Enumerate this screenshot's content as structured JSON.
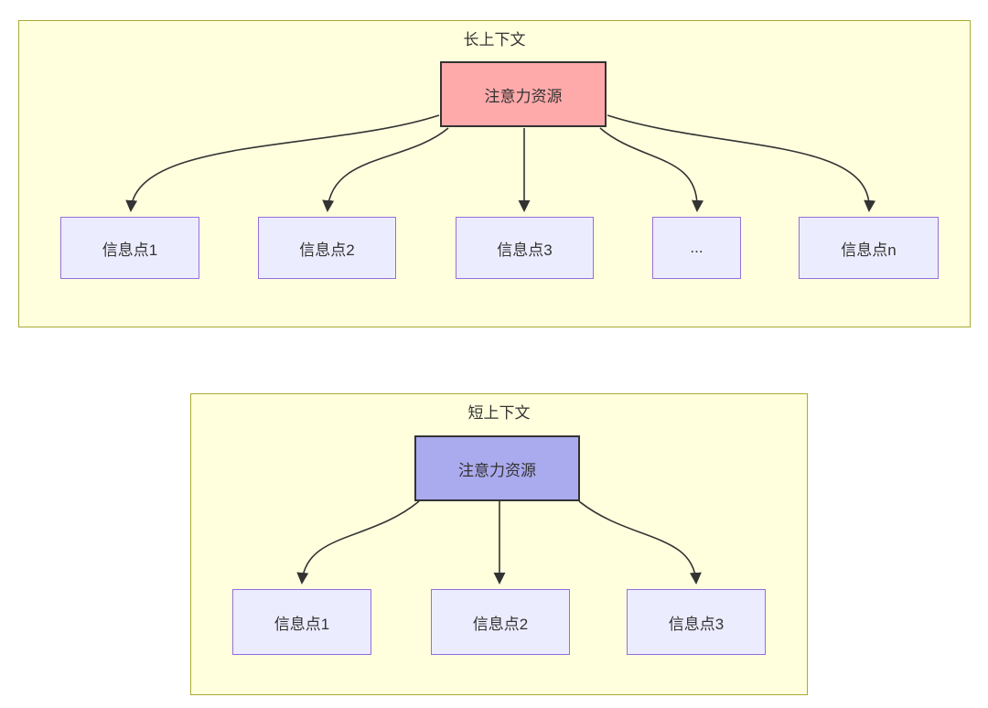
{
  "colors": {
    "background": "#ffffff",
    "cluster_fill": "#ffffde",
    "cluster_border": "#aaaa33",
    "node_fill": "#ececff",
    "node_border": "#9370db",
    "attention_long_fill": "#ffaaaa",
    "attention_short_fill": "#aaaaee",
    "root_border": "#333333",
    "edge": "#333333",
    "text": "#333333"
  },
  "long_context": {
    "title": "长上下文",
    "root": {
      "label": "注意力资源"
    },
    "nodes": [
      {
        "label": "信息点1"
      },
      {
        "label": "信息点2"
      },
      {
        "label": "信息点3"
      },
      {
        "label": "..."
      },
      {
        "label": "信息点n"
      }
    ]
  },
  "short_context": {
    "title": "短上下文",
    "root": {
      "label": "注意力资源"
    },
    "nodes": [
      {
        "label": "信息点1"
      },
      {
        "label": "信息点2"
      },
      {
        "label": "信息点3"
      }
    ]
  }
}
